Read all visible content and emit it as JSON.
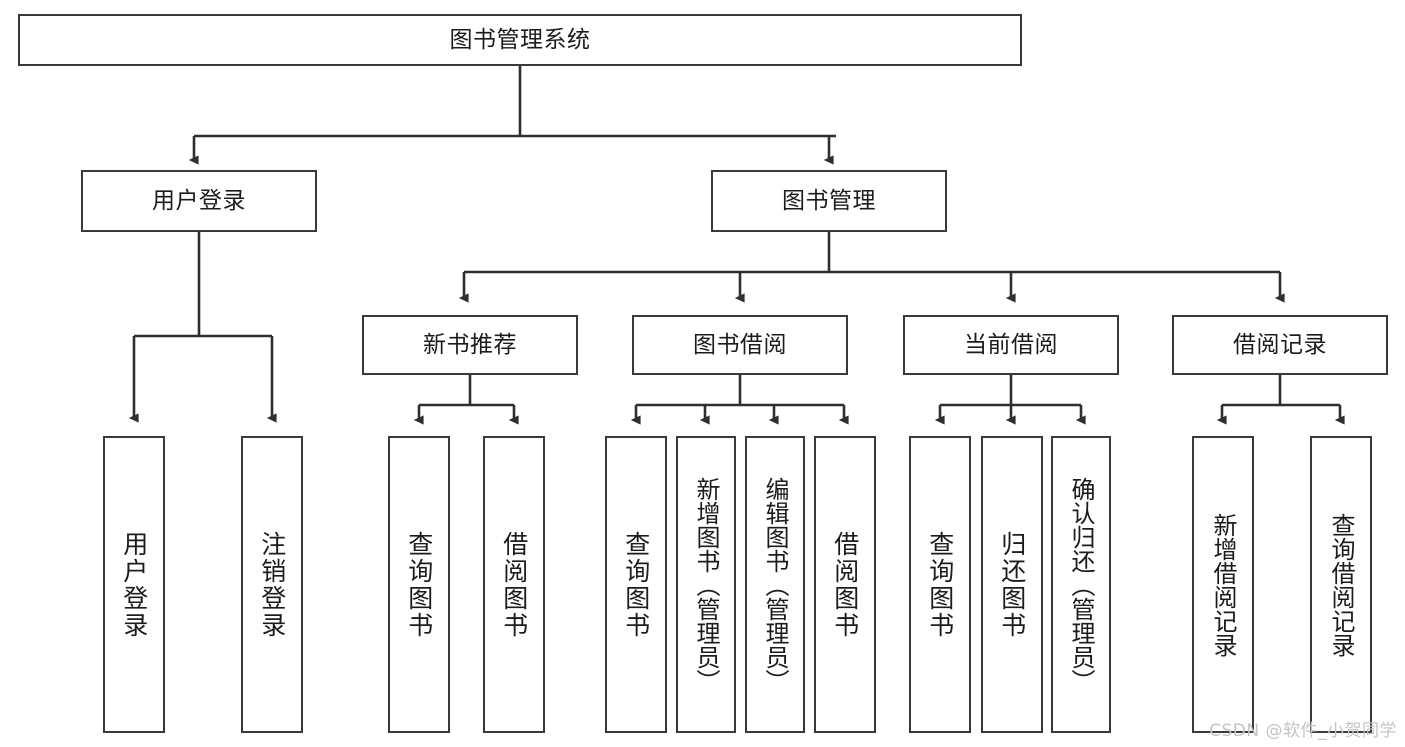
{
  "diagram": {
    "type": "tree",
    "title": "图书管理系统",
    "root": {
      "label": "图书管理系统"
    },
    "level2": [
      {
        "label": "用户登录"
      },
      {
        "label": "图书管理"
      }
    ],
    "level3": [
      {
        "label": "新书推荐"
      },
      {
        "label": "图书借阅"
      },
      {
        "label": "当前借阅"
      },
      {
        "label": "借阅记录"
      }
    ],
    "leaves_user_login": [
      {
        "label": "用户登录"
      },
      {
        "label": "注销登录"
      }
    ],
    "leaves_new_book": [
      {
        "label": "查询图书"
      },
      {
        "label": "借阅图书"
      }
    ],
    "leaves_borrow": [
      {
        "label": "查询图书"
      },
      {
        "label": "新增图书（管理员）"
      },
      {
        "label": "编辑图书（管理员）"
      },
      {
        "label": "借阅图书"
      }
    ],
    "leaves_current": [
      {
        "label": "查询图书"
      },
      {
        "label": "归还图书"
      },
      {
        "label": "确认归还（管理员）"
      }
    ],
    "leaves_record": [
      {
        "label": "新增借阅记录"
      },
      {
        "label": "查询借阅记录"
      }
    ]
  },
  "colors": {
    "border": "#3a3a3a",
    "text": "#1c1c1c",
    "background": "#ffffff",
    "connector": "#2f2f2f",
    "watermark": "#c4c4c4"
  },
  "watermark": {
    "text": "CSDN @软件_小贺同学"
  }
}
